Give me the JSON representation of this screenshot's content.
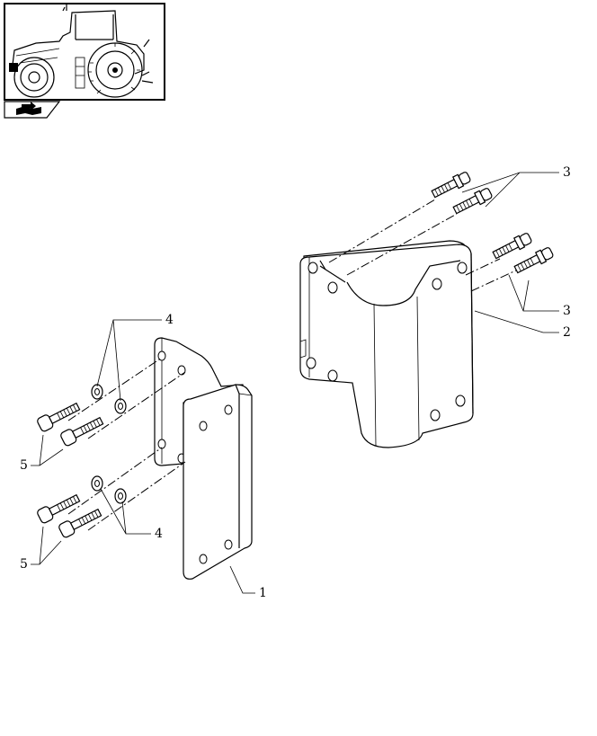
{
  "callouts": {
    "part_1": "1",
    "part_2": "2",
    "part_3a": "3",
    "part_3b": "3",
    "part_4a": "4",
    "part_4b": "4",
    "part_5a": "5",
    "part_5b": "5"
  },
  "icons": {
    "thumbnail": "tractor-icon",
    "nav": "arrow-book-icon"
  }
}
